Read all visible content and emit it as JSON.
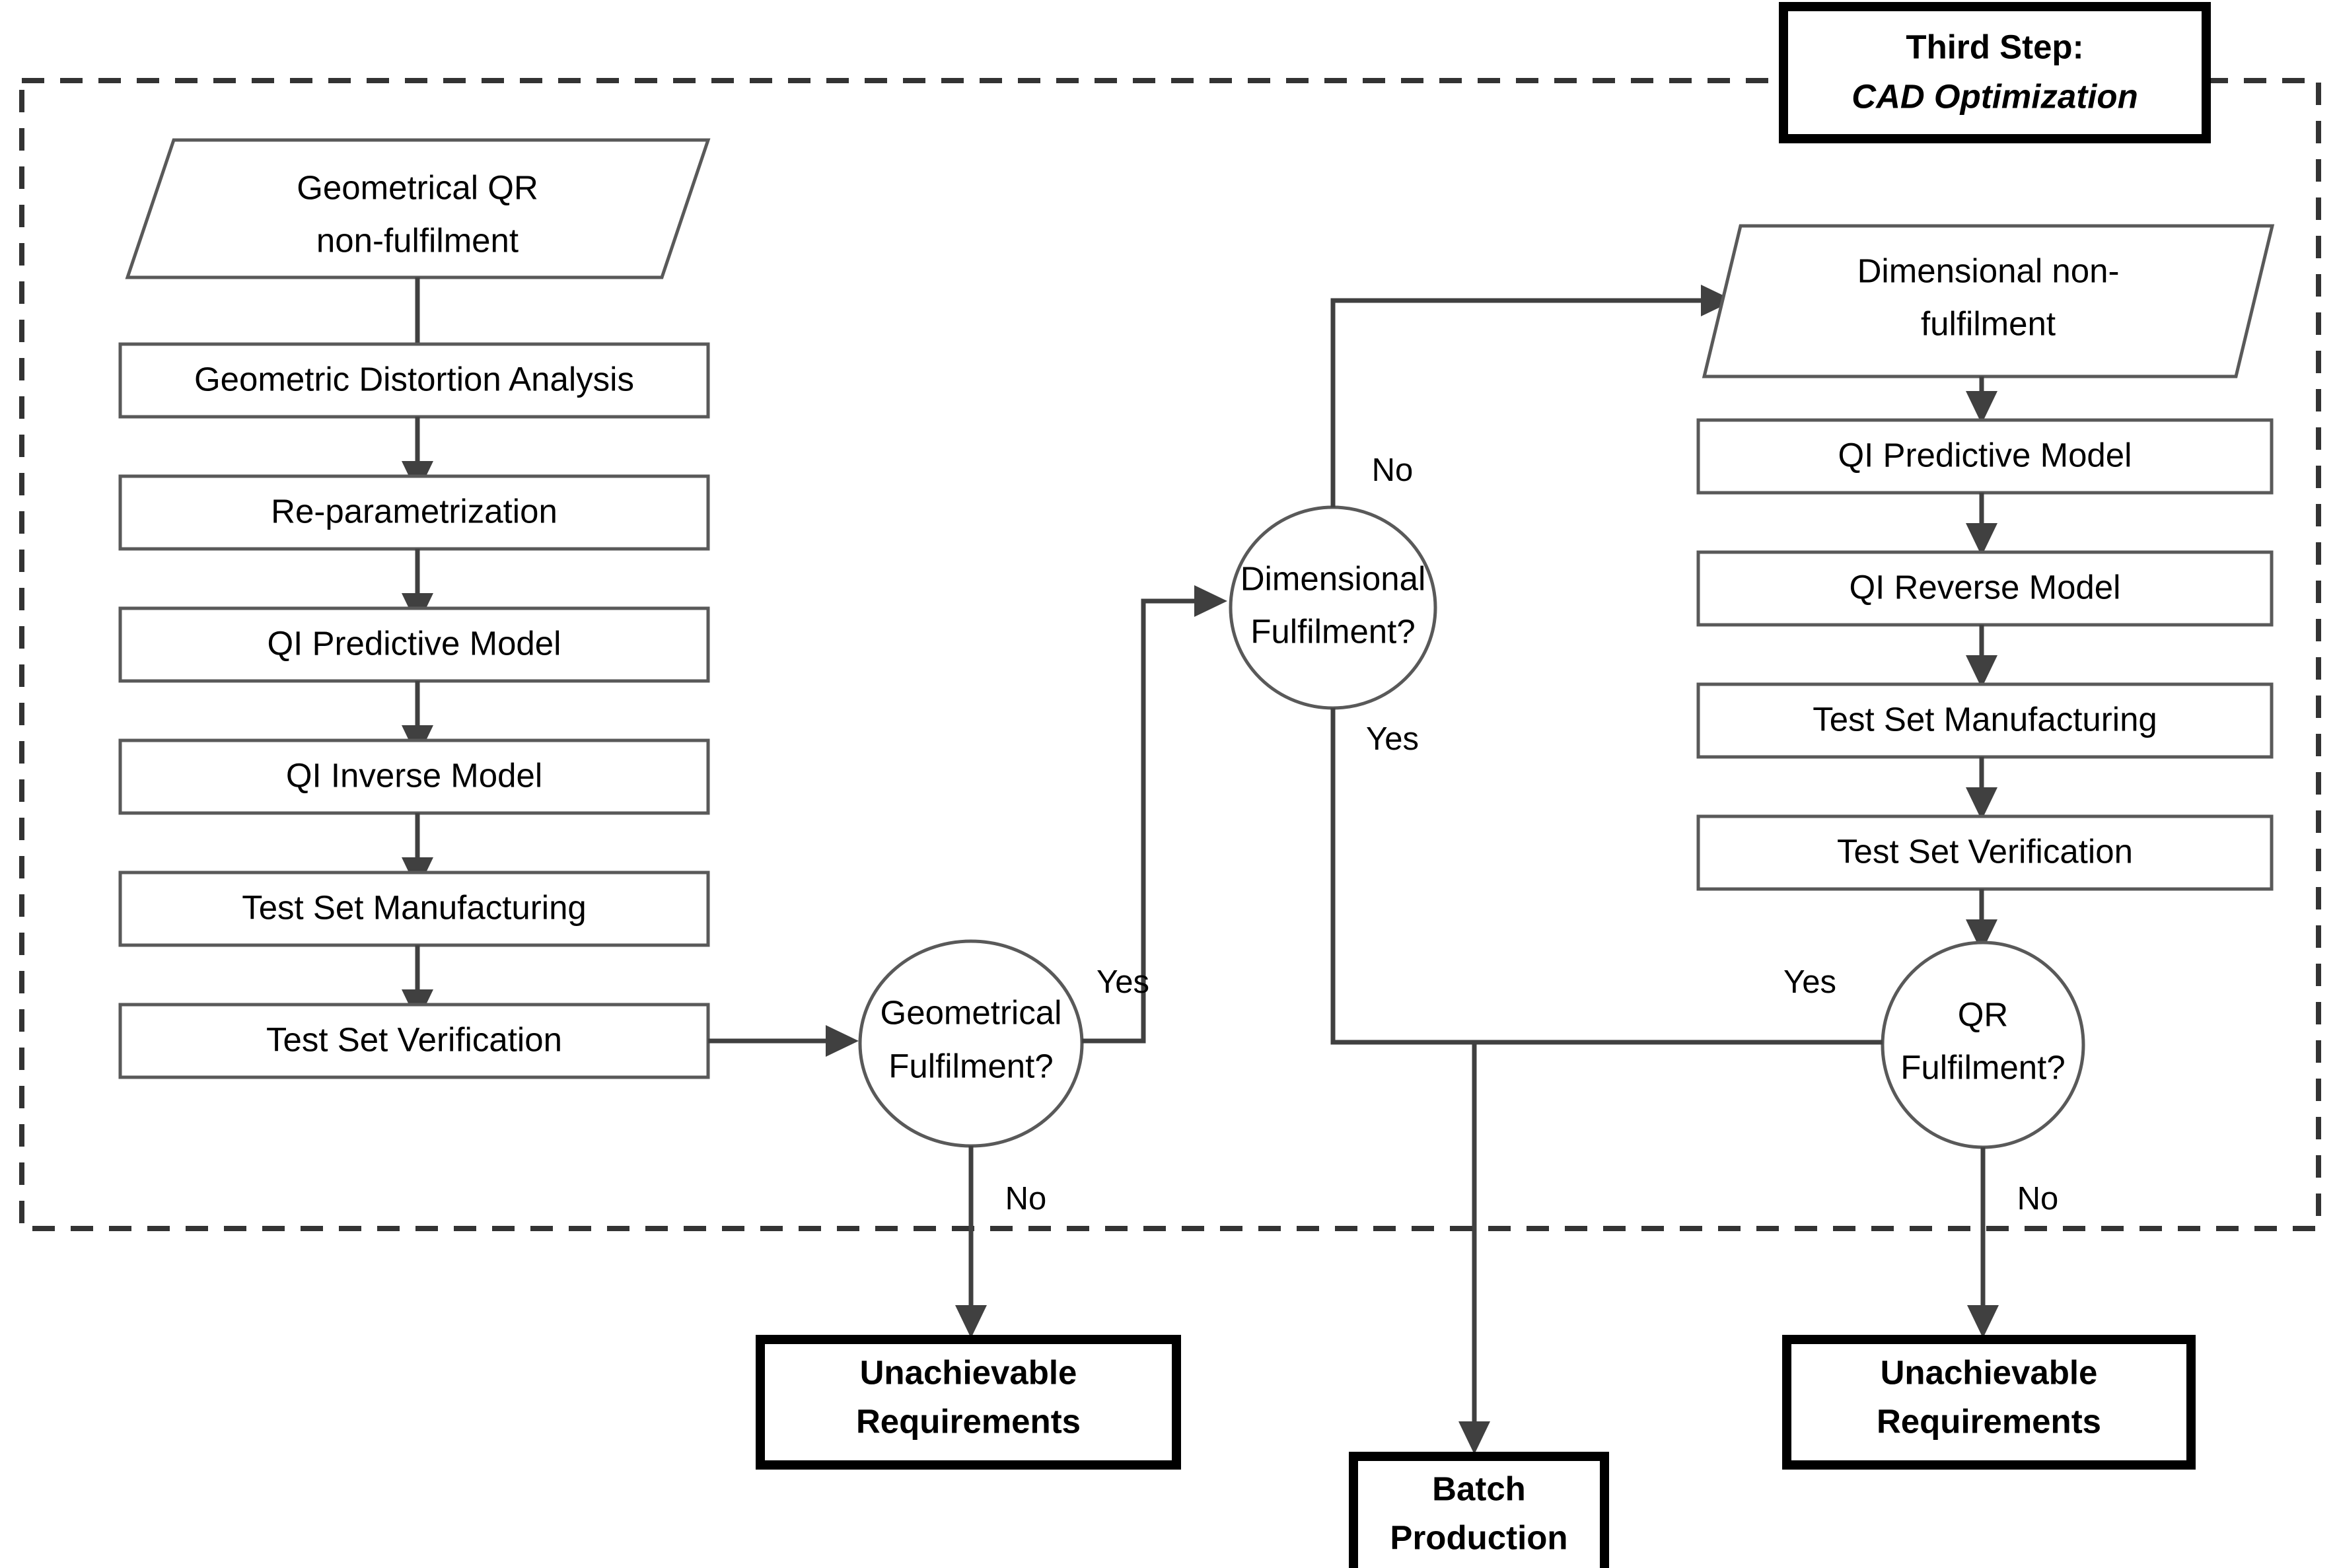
{
  "diagram": {
    "title_box": {
      "line1": "Third Step:",
      "line2": "CAD Optimization"
    },
    "left_branch": {
      "start": {
        "line1": "Geometrical QR",
        "line2": "non-fulfilment"
      },
      "steps": [
        "Geometric Distortion Analysis",
        "Re-parametrization",
        "QI Predictive Model",
        "QI Inverse Model",
        "Test Set Manufacturing",
        "Test Set Verification"
      ],
      "decision": {
        "line1": "Geometrical",
        "line2": "Fulfilment?"
      },
      "decision_yes": "Yes",
      "decision_no": "No",
      "terminal": {
        "line1": "Unachievable",
        "line2": "Requirements"
      }
    },
    "middle_branch": {
      "decision": {
        "line1": "Dimensional",
        "line2": "Fulfilment?"
      },
      "decision_no": "No",
      "decision_yes": "Yes",
      "terminal": {
        "line1": "Batch",
        "line2": "Production"
      }
    },
    "right_branch": {
      "start": {
        "line1": "Dimensional non-",
        "line2": "fulfilment"
      },
      "steps": [
        "QI Predictive Model",
        "QI Reverse Model",
        "Test Set Manufacturing",
        "Test Set Verification"
      ],
      "decision": {
        "line1": "QR",
        "line2": "Fulfilment?"
      },
      "decision_yes": "Yes",
      "decision_no": "No",
      "terminal": {
        "line1": "Unachievable",
        "line2": "Requirements"
      }
    },
    "colors": {
      "node_outline": "#595959",
      "terminal_outline": "#000000",
      "connector": "#404040",
      "region_border": "#333333",
      "background": "#ffffff",
      "text": "#000000"
    }
  }
}
